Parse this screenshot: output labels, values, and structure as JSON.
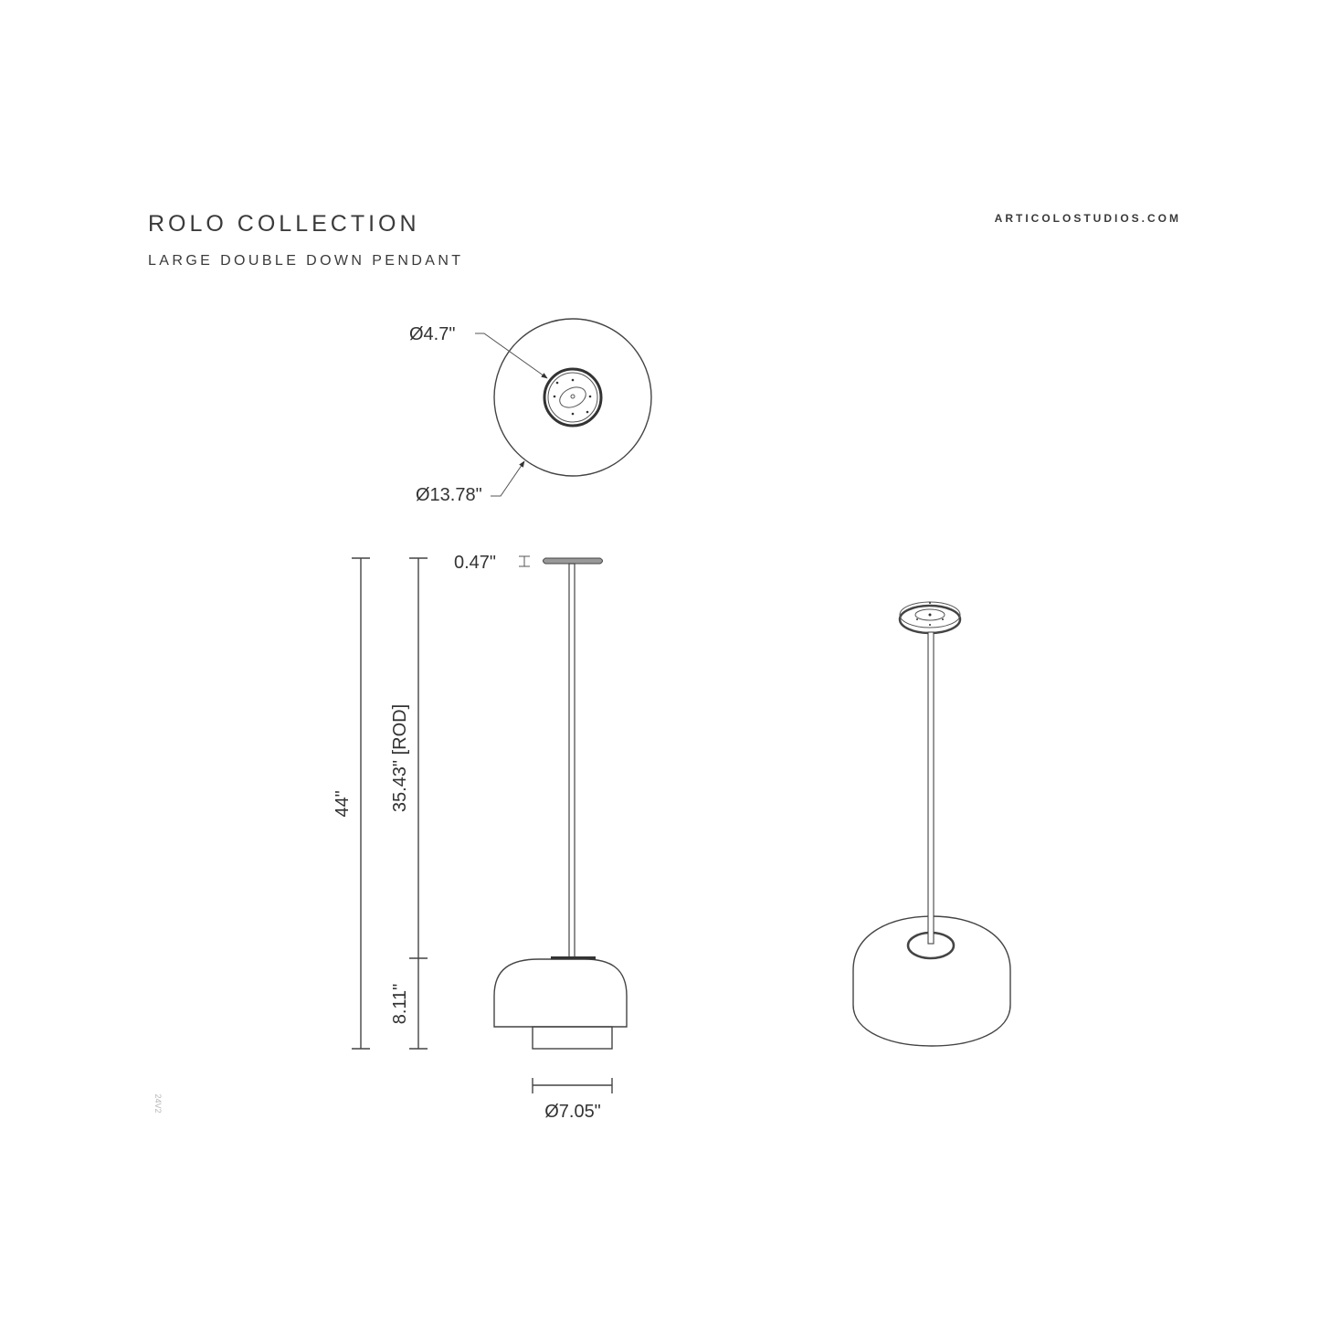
{
  "header": {
    "title": "ROLO COLLECTION",
    "subtitle": "LARGE DOUBLE DOWN PENDANT",
    "website": "ARTICOLOSTUDIOS.COM"
  },
  "top_view": {
    "canopy_diameter": "Ø4.7\"",
    "shade_diameter": "Ø13.78\""
  },
  "side_view": {
    "canopy_thickness": "0.47\"",
    "overall_height": "44\"",
    "rod_length": "35.43\" [ROD]",
    "shade_height": "8.11\"",
    "diffuser_diameter": "Ø7.05\""
  },
  "footer": {
    "version": "24V2"
  },
  "colors": {
    "line": "#444444",
    "text": "#333333"
  }
}
